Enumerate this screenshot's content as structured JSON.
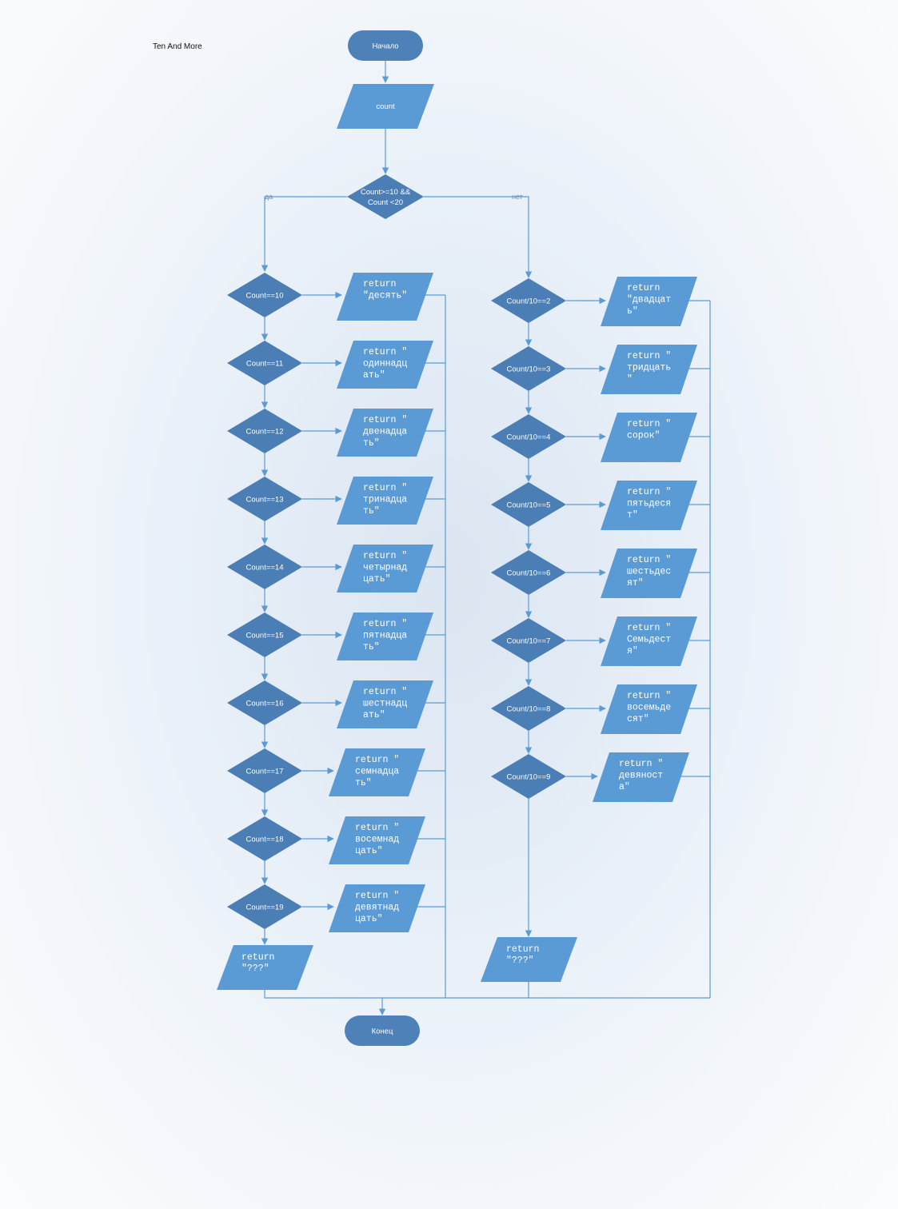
{
  "title": "Ten And More",
  "colors": {
    "terminal_fill": "#4f81b9",
    "io_fill": "#5b9bd5",
    "decision_fill": "#4a7eb4",
    "edge": "#5b9bd5",
    "branch_label": "#6f8fb5"
  },
  "nodes": {
    "start": "Начало",
    "input": "count",
    "condition_line1": "Count>=10 &&",
    "condition_line2": "Count <20",
    "yes_label": "да",
    "no_label": "нет",
    "end": "Конец"
  },
  "left_branch": [
    {
      "decision": "Count==10",
      "output": [
        "return",
        "\"десять\""
      ]
    },
    {
      "decision": "Count==11",
      "output": [
        "return \"",
        "одиннадц",
        "ать\""
      ]
    },
    {
      "decision": "Count==12",
      "output": [
        "return \"",
        "двенадца",
        "ть\""
      ]
    },
    {
      "decision": "Count==13",
      "output": [
        "return \"",
        "тринадца",
        "ть\""
      ]
    },
    {
      "decision": "Count==14",
      "output": [
        "return \"",
        "четырнад",
        "цать\""
      ]
    },
    {
      "decision": "Count==15",
      "output": [
        "return \"",
        "пятнадца",
        "ть\""
      ]
    },
    {
      "decision": "Count==16",
      "output": [
        "return \"",
        "шестнадц",
        "ать\""
      ]
    },
    {
      "decision": "Count==17",
      "output": [
        "return \"",
        "семнадца",
        "ть\""
      ]
    },
    {
      "decision": "Count==18",
      "output": [
        "return \"",
        "восемнад",
        "цать\""
      ]
    },
    {
      "decision": "Count==19",
      "output": [
        "return \"",
        "девятнад",
        "цать\""
      ]
    }
  ],
  "left_default": [
    "return",
    "\"???\""
  ],
  "right_branch": [
    {
      "decision": "Count/10==2",
      "output": [
        "return",
        "\"двадцат",
        "ь\""
      ]
    },
    {
      "decision": "Count/10==3",
      "output": [
        "return \"",
        "тридцать",
        "\""
      ]
    },
    {
      "decision": "Count/10==4",
      "output": [
        "return \"",
        "сорок\""
      ]
    },
    {
      "decision": "Count/10==5",
      "output": [
        "return \"",
        "пятьдеся",
        "т\""
      ]
    },
    {
      "decision": "Count/10==6",
      "output": [
        "return \"",
        "шестьдес",
        "ят\""
      ]
    },
    {
      "decision": "Count/10==7",
      "output": [
        "return \"",
        "Семьдест",
        "я\""
      ]
    },
    {
      "decision": "Count/10==8",
      "output": [
        "return \"",
        "восемьде",
        "сят\""
      ]
    },
    {
      "decision": "Count/10==9",
      "output": [
        "return \"",
        "девяност",
        "а\""
      ]
    }
  ],
  "right_default": [
    "return",
    "\"???\""
  ]
}
